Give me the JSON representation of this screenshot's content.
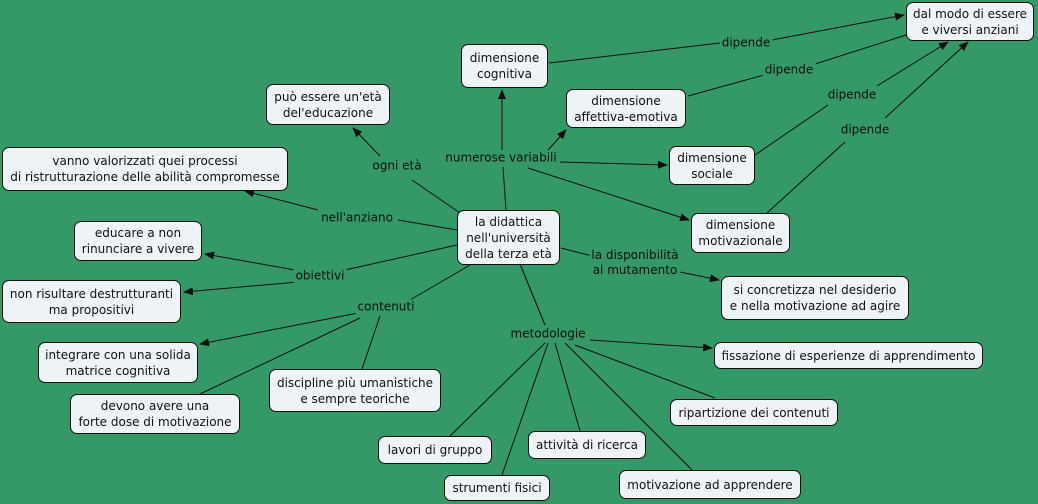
{
  "nodes": {
    "dal_modo": "dal modo di essere\ne viversi anziani",
    "cognitiva": "dimensione\ncognitiva",
    "affettiva": "dimensione\naffettiva-emotiva",
    "sociale": "dimensione\nsociale",
    "motivazionale": "dimensione\nmotivazionale",
    "root": "la didattica\nnell'università\ndella terza età",
    "puo_essere": "può essere un'età\ndel'educazione",
    "vanno": "vanno valorizzati quei processi\ndi ristrutturazione delle abilità compromesse",
    "educare": "educare a non\nrinunciare a vivere",
    "non_risultare": "non risultare destrutturanti\nma propositivi",
    "integrare": "integrare con una solida\nmatrice cognitiva",
    "devono": "devono avere una\nforte dose di motivazione",
    "discipline": "discipline più umanistiche\ne sempre teoriche",
    "si_concretizza": "si concretizza nel desiderio\ne nella motivazione ad agire",
    "fissazione": "fissazione di esperienze di apprendimento",
    "ripartizione": "ripartizione dei contenuti",
    "lavori": "lavori di gruppo",
    "attivita": "attività di ricerca",
    "strumenti": "strumenti fisici",
    "motivazione_app": "motivazione ad apprendere"
  },
  "links": {
    "dipende_1": "dipende",
    "dipende_2": "dipende",
    "dipende_3": "dipende",
    "dipende_4": "dipende",
    "ogni_eta": "ogni età",
    "numerose": "numerose variabili",
    "nell_anziano": "nell'anziano",
    "obiettivi": "obiettivi",
    "contenuti": "contenuti",
    "disponibilita": "la disponibilità\nal mutamento",
    "metodologie": "metodologie"
  },
  "colors": {
    "background": "#349966",
    "node_fill": "#eef3f6",
    "line": "#111111"
  }
}
